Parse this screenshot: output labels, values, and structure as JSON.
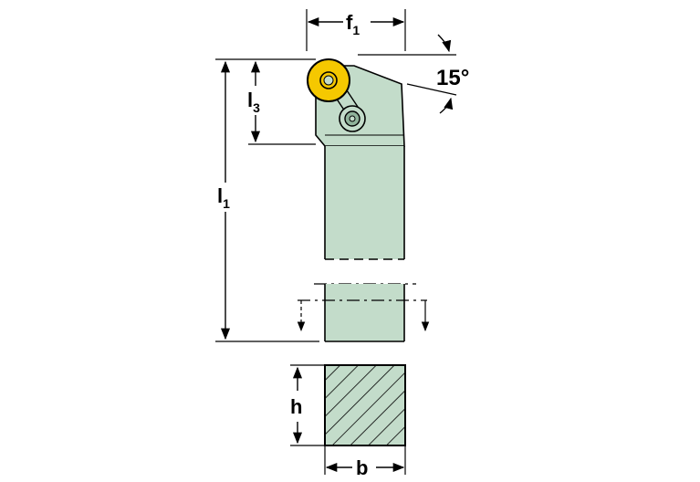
{
  "colors": {
    "body_fill": "#c3dcca",
    "insert_fill": "#f5c800",
    "outline": "#000000",
    "background": "#ffffff"
  },
  "dimensions": {
    "f": {
      "base": "f",
      "sub": "1"
    },
    "l1": {
      "base": "l",
      "sub": "1"
    },
    "l3": {
      "base": "l",
      "sub": "3"
    },
    "h": "h",
    "b": "b",
    "angle": "15°"
  },
  "icons": {
    "insert": "round-insert-icon",
    "screw": "clamp-screw-icon",
    "section": "hatched-cross-section"
  }
}
